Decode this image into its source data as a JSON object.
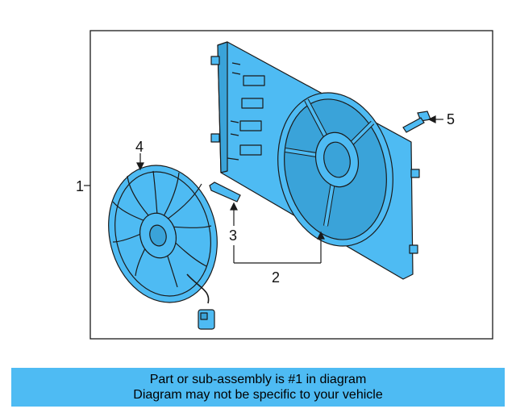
{
  "colors": {
    "part_fill": "#4ebbf3",
    "line": "#1a1a1a",
    "banner_bg": "#4ebbf3",
    "banner_text": "#000000"
  },
  "callouts": {
    "c1": "1",
    "c2": "2",
    "c3": "3",
    "c4": "4",
    "c5": "5"
  },
  "banner": {
    "line1": "Part or sub-assembly is #1 in diagram",
    "line2": "Diagram may not be specific to your vehicle"
  }
}
